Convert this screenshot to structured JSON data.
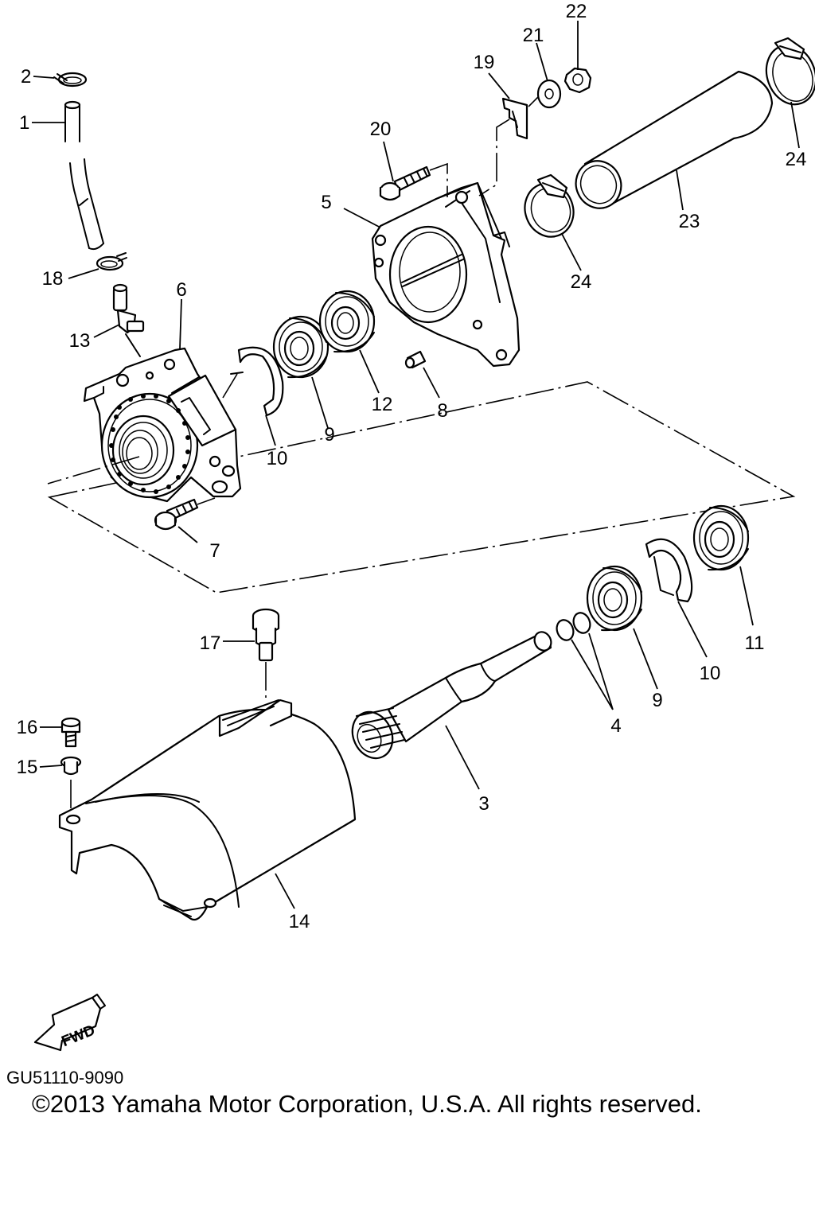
{
  "diagram": {
    "callouts": [
      {
        "id": "1",
        "text": "1"
      },
      {
        "id": "2",
        "text": "2"
      },
      {
        "id": "3",
        "text": "3"
      },
      {
        "id": "4",
        "text": "4"
      },
      {
        "id": "5",
        "text": "5"
      },
      {
        "id": "6",
        "text": "6"
      },
      {
        "id": "7",
        "text": "7"
      },
      {
        "id": "8",
        "text": "8"
      },
      {
        "id": "9a",
        "text": "9"
      },
      {
        "id": "9b",
        "text": "9"
      },
      {
        "id": "10a",
        "text": "10"
      },
      {
        "id": "10b",
        "text": "10"
      },
      {
        "id": "11",
        "text": "11"
      },
      {
        "id": "12",
        "text": "12"
      },
      {
        "id": "13",
        "text": "13"
      },
      {
        "id": "14",
        "text": "14"
      },
      {
        "id": "15",
        "text": "15"
      },
      {
        "id": "16",
        "text": "16"
      },
      {
        "id": "17",
        "text": "17"
      },
      {
        "id": "18",
        "text": "18"
      },
      {
        "id": "19",
        "text": "19"
      },
      {
        "id": "20",
        "text": "20"
      },
      {
        "id": "21",
        "text": "21"
      },
      {
        "id": "22",
        "text": "22"
      },
      {
        "id": "23",
        "text": "23"
      },
      {
        "id": "24a",
        "text": "24"
      },
      {
        "id": "24b",
        "text": "24"
      }
    ],
    "fwd_label": "FWD",
    "drawing_code": "GU51110-9090",
    "copyright": "©2013 Yamaha Motor Corporation, U.S.A. All rights reserved."
  }
}
